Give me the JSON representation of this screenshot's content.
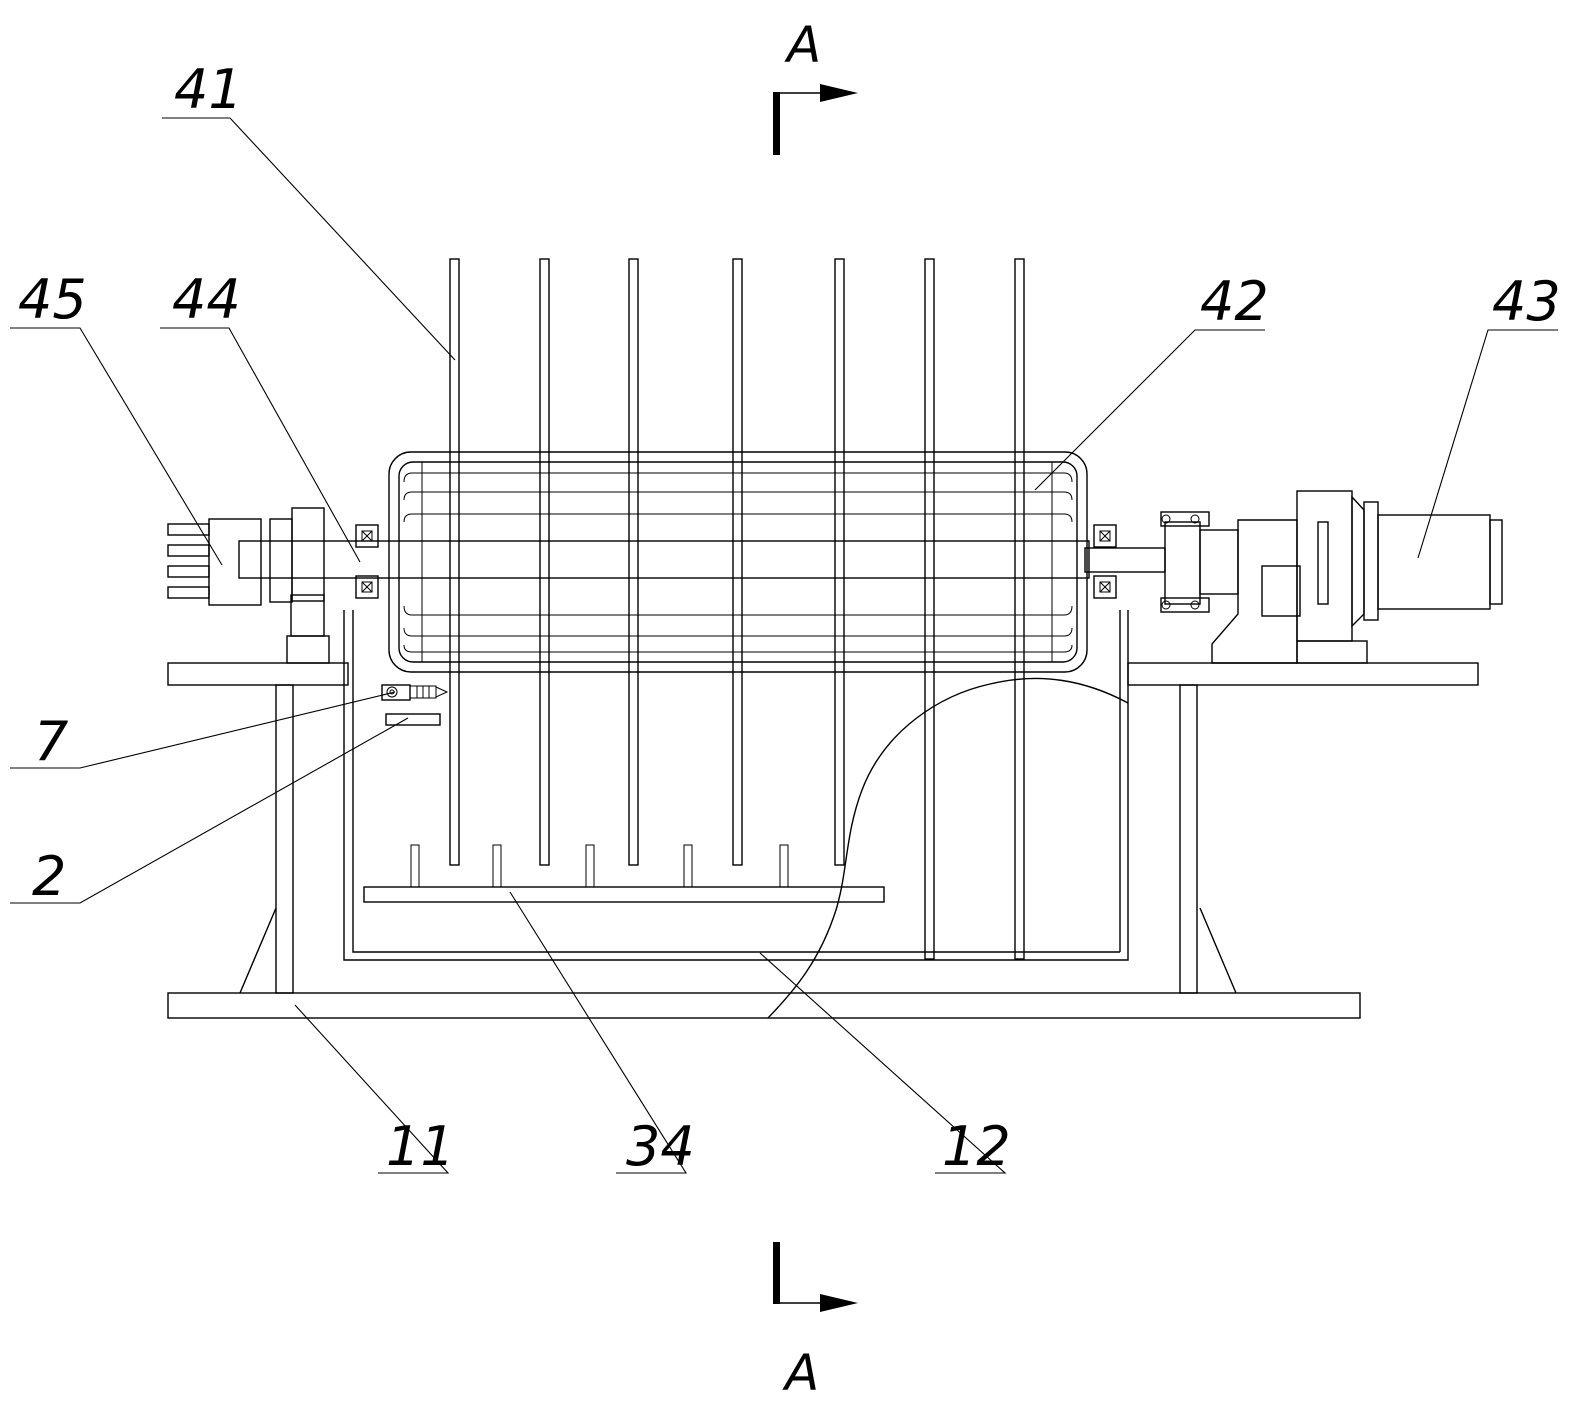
{
  "section": {
    "top_letter": "A",
    "bottom_letter": "A"
  },
  "labels": {
    "l41": "41",
    "l45": "45",
    "l44": "44",
    "l42": "42",
    "l43": "43",
    "l7": "7",
    "l2": "2",
    "l11": "11",
    "l34": "34",
    "l12": "12"
  }
}
